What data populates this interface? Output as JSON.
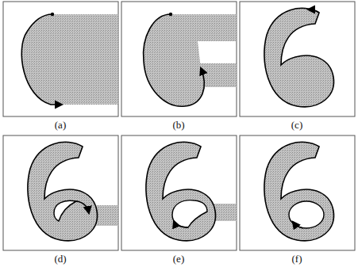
{
  "diagram": {
    "labels": [
      "(a)",
      "(b)",
      "(c)",
      "(d)",
      "(e)",
      "(f)"
    ]
  }
}
